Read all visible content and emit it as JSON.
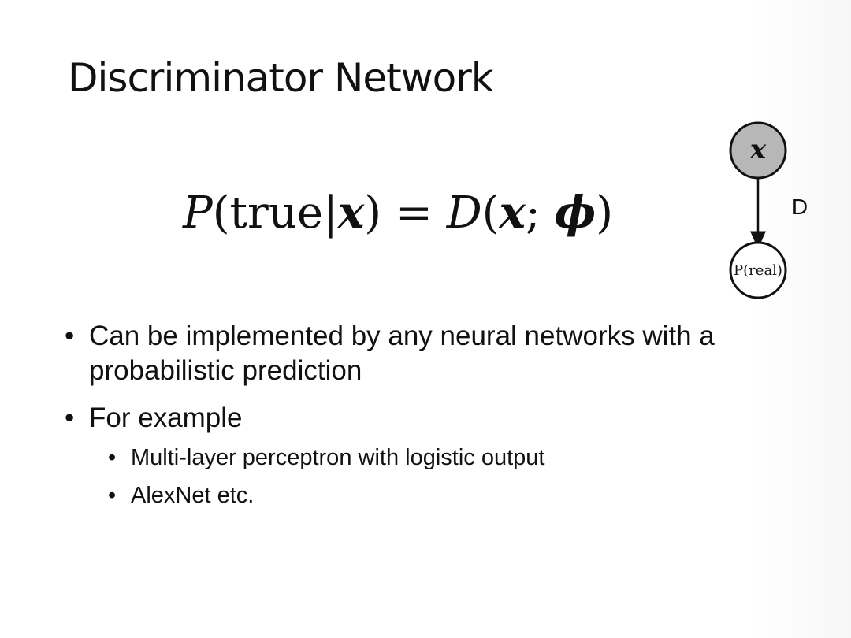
{
  "slide": {
    "title": "Discriminator Network",
    "equation": {
      "lhs_symbol": "P",
      "lhs_open": "(",
      "lhs_text": "true",
      "bar": "|",
      "lhs_var": "x",
      "lhs_close": ")",
      "equals": " = ",
      "rhs_symbol": "D",
      "rhs_open": "(",
      "rhs_var": "x",
      "separator": "; ",
      "rhs_param": "ϕ",
      "rhs_close": ")"
    },
    "diagram": {
      "input_node": "x",
      "output_node": "P(real)",
      "edge_label": "D",
      "input_fill": "#b7b7b7",
      "output_fill": "#ffffff",
      "stroke": "#111111"
    },
    "bullets": [
      {
        "text": "Can be implemented by any neural networks with a probabilistic prediction",
        "children": []
      },
      {
        "text": "For example",
        "children": [
          "Multi-layer perceptron with logistic output",
          "AlexNet etc."
        ]
      }
    ],
    "bullet_symbol": "•"
  }
}
